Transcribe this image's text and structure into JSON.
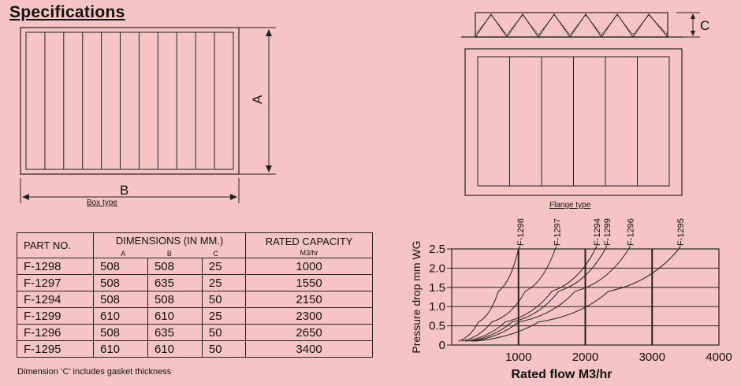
{
  "title": "Specifications",
  "box_diagram": {
    "label_a": "A",
    "label_b": "B",
    "caption": "Box type"
  },
  "flange_diagram": {
    "label_c": "C",
    "caption": "Flange type"
  },
  "table": {
    "headers": {
      "part_no": "PART NO.",
      "dimensions": "DIMENSIONS (IN MM.)",
      "dim_a": "A",
      "dim_b": "B",
      "dim_c": "C",
      "capacity": "RATED CAPACITY",
      "capacity_unit": "M3/hr"
    },
    "rows": [
      {
        "part": "F-1298",
        "a": "508",
        "b": "508",
        "c": "25",
        "capacity": "1000"
      },
      {
        "part": "F-1297",
        "a": "508",
        "b": "635",
        "c": "25",
        "capacity": "1550"
      },
      {
        "part": "F-1294",
        "a": "508",
        "b": "508",
        "c": "50",
        "capacity": "2150"
      },
      {
        "part": "F-1299",
        "a": "610",
        "b": "610",
        "c": "25",
        "capacity": "2300"
      },
      {
        "part": "F-1296",
        "a": "508",
        "b": "635",
        "c": "50",
        "capacity": "2650"
      },
      {
        "part": "F-1295",
        "a": "610",
        "b": "610",
        "c": "50",
        "capacity": "3400"
      }
    ],
    "note": "Dimension ‘C’ includes gasket thickness"
  },
  "chart_data": {
    "type": "line",
    "xlabel": "Rated flow M3/hr",
    "ylabel": "Pressure drop mm WG",
    "xlim": [
      0,
      4000
    ],
    "ylim": [
      0,
      2.5
    ],
    "x_ticks": [
      "1000",
      "2000",
      "3000",
      "4000"
    ],
    "y_ticks": [
      "0",
      "0.5",
      "1.0",
      "1.5",
      "2.0",
      "2.5"
    ],
    "grid": true,
    "series": [
      {
        "name": "F-1298",
        "x": [
          100,
          400,
          700,
          1000
        ],
        "y": [
          0.1,
          0.6,
          1.4,
          2.5
        ]
      },
      {
        "name": "F-1297",
        "x": [
          150,
          600,
          1100,
          1550
        ],
        "y": [
          0.1,
          0.6,
          1.4,
          2.5
        ]
      },
      {
        "name": "F-1294",
        "x": [
          200,
          800,
          1500,
          2150
        ],
        "y": [
          0.1,
          0.6,
          1.4,
          2.5
        ]
      },
      {
        "name": "F-1299",
        "x": [
          250,
          900,
          1600,
          2300
        ],
        "y": [
          0.1,
          0.6,
          1.4,
          2.5
        ]
      },
      {
        "name": "F-1296",
        "x": [
          300,
          1000,
          1850,
          2650
        ],
        "y": [
          0.1,
          0.6,
          1.4,
          2.5
        ]
      },
      {
        "name": "F-1295",
        "x": [
          350,
          1300,
          2350,
          3400
        ],
        "y": [
          0.1,
          0.6,
          1.4,
          2.5
        ]
      }
    ]
  }
}
